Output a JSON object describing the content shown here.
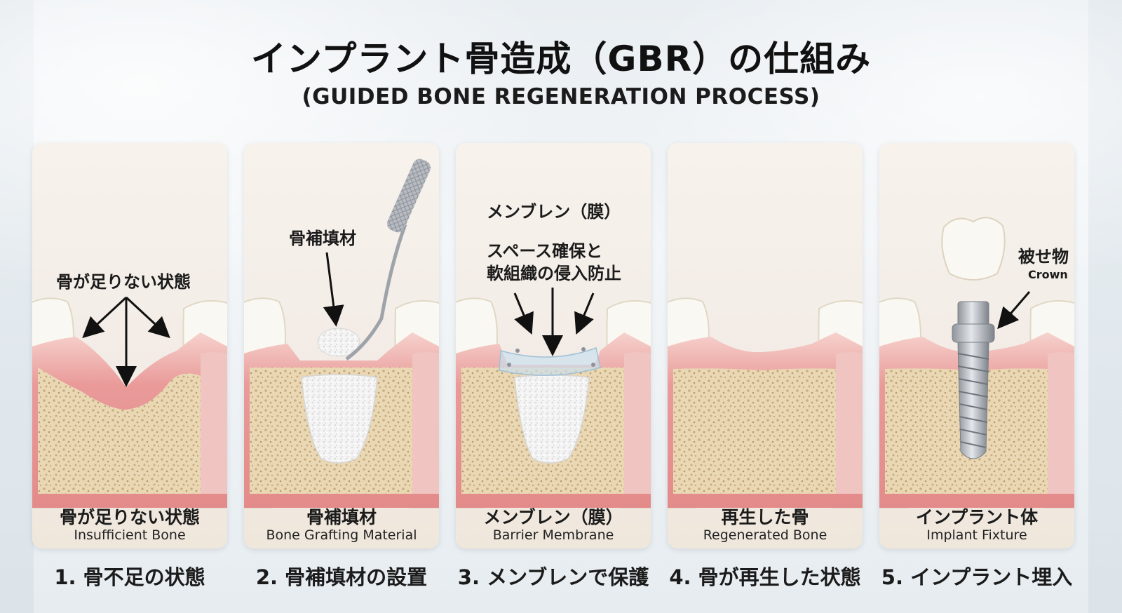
{
  "title": "インプラント骨造成（GBR）の仕組み",
  "subtitle": "(GUIDED BONE REGENERATION PROCESS)",
  "panels": [
    {
      "label_jp": "骨が足りない状態",
      "label_en": "Insufficient Bone",
      "annotation": "骨が足りない状態"
    },
    {
      "label_jp": "骨補填材",
      "label_en": "Bone Grafting Material",
      "annotation": "骨補填材"
    },
    {
      "label_jp": "メンブレン（膜）",
      "label_en": "Barrier Membrane",
      "annotation": "メンブレン（膜）",
      "note_line1": "スペース確保と",
      "note_line2": "軟組織の侵入防止"
    },
    {
      "label_jp": "再生した骨",
      "label_en": "Regenerated Bone"
    },
    {
      "label_jp": "インプラント体",
      "label_en": "Implant Fixture",
      "annotation": "被せ物",
      "annotation_en": "Crown"
    }
  ],
  "steps": [
    "1. 骨不足の状態",
    "2. 骨補填材の設置",
    "3. メンブレンで保護",
    "4. 骨が再生した状態",
    "5. インプラント埋入"
  ],
  "colors": {
    "gum": "#e99a99",
    "gum_light": "#f3c3bf",
    "bone": "#ead8b5",
    "bone_dot": "#c9ad80",
    "tooth": "#faf8f2",
    "graft": "#f2f2f2"
  }
}
